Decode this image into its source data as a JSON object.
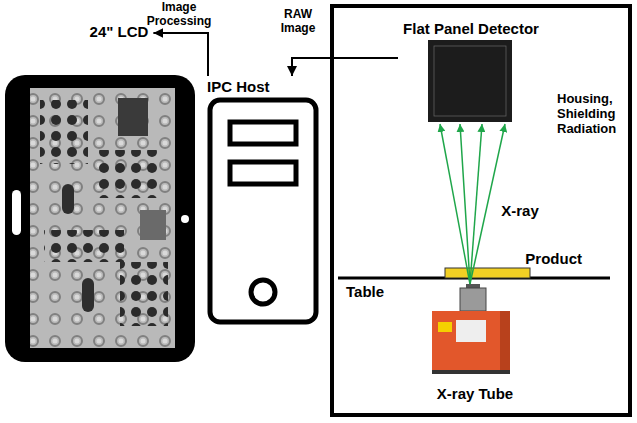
{
  "diagram": {
    "nodes": [
      {
        "text": [
          "24\" LCD"
        ]
      },
      {
        "text": [
          "IPC Host"
        ]
      },
      {
        "text": [
          "Housing, Shielding Radiation"
        ]
      },
      {
        "text": [
          "Flat Panel Detector"
        ],
        "in": 2
      },
      {
        "text": [
          "Product"
        ],
        "in": 2
      },
      {
        "text": [
          "X-ray Tube"
        ],
        "in": 2
      }
    ],
    "edges": [
      {
        "from": 3,
        "to": 1,
        "arrow": "to",
        "label": "RAW Image"
      },
      {
        "from": 1,
        "to": 0,
        "arrow": "to",
        "label": "Image Processing"
      },
      {
        "from": 5,
        "to": 3,
        "arrow": "to",
        "label": "X-ray"
      },
      {
        "from": 5,
        "to": 3,
        "arrow": "to"
      },
      {
        "from": 5,
        "to": 3,
        "arrow": "to"
      },
      {
        "from": 5,
        "to": 3,
        "arrow": "to"
      }
    ],
    "labels": [
      "Table"
    ]
  }
}
